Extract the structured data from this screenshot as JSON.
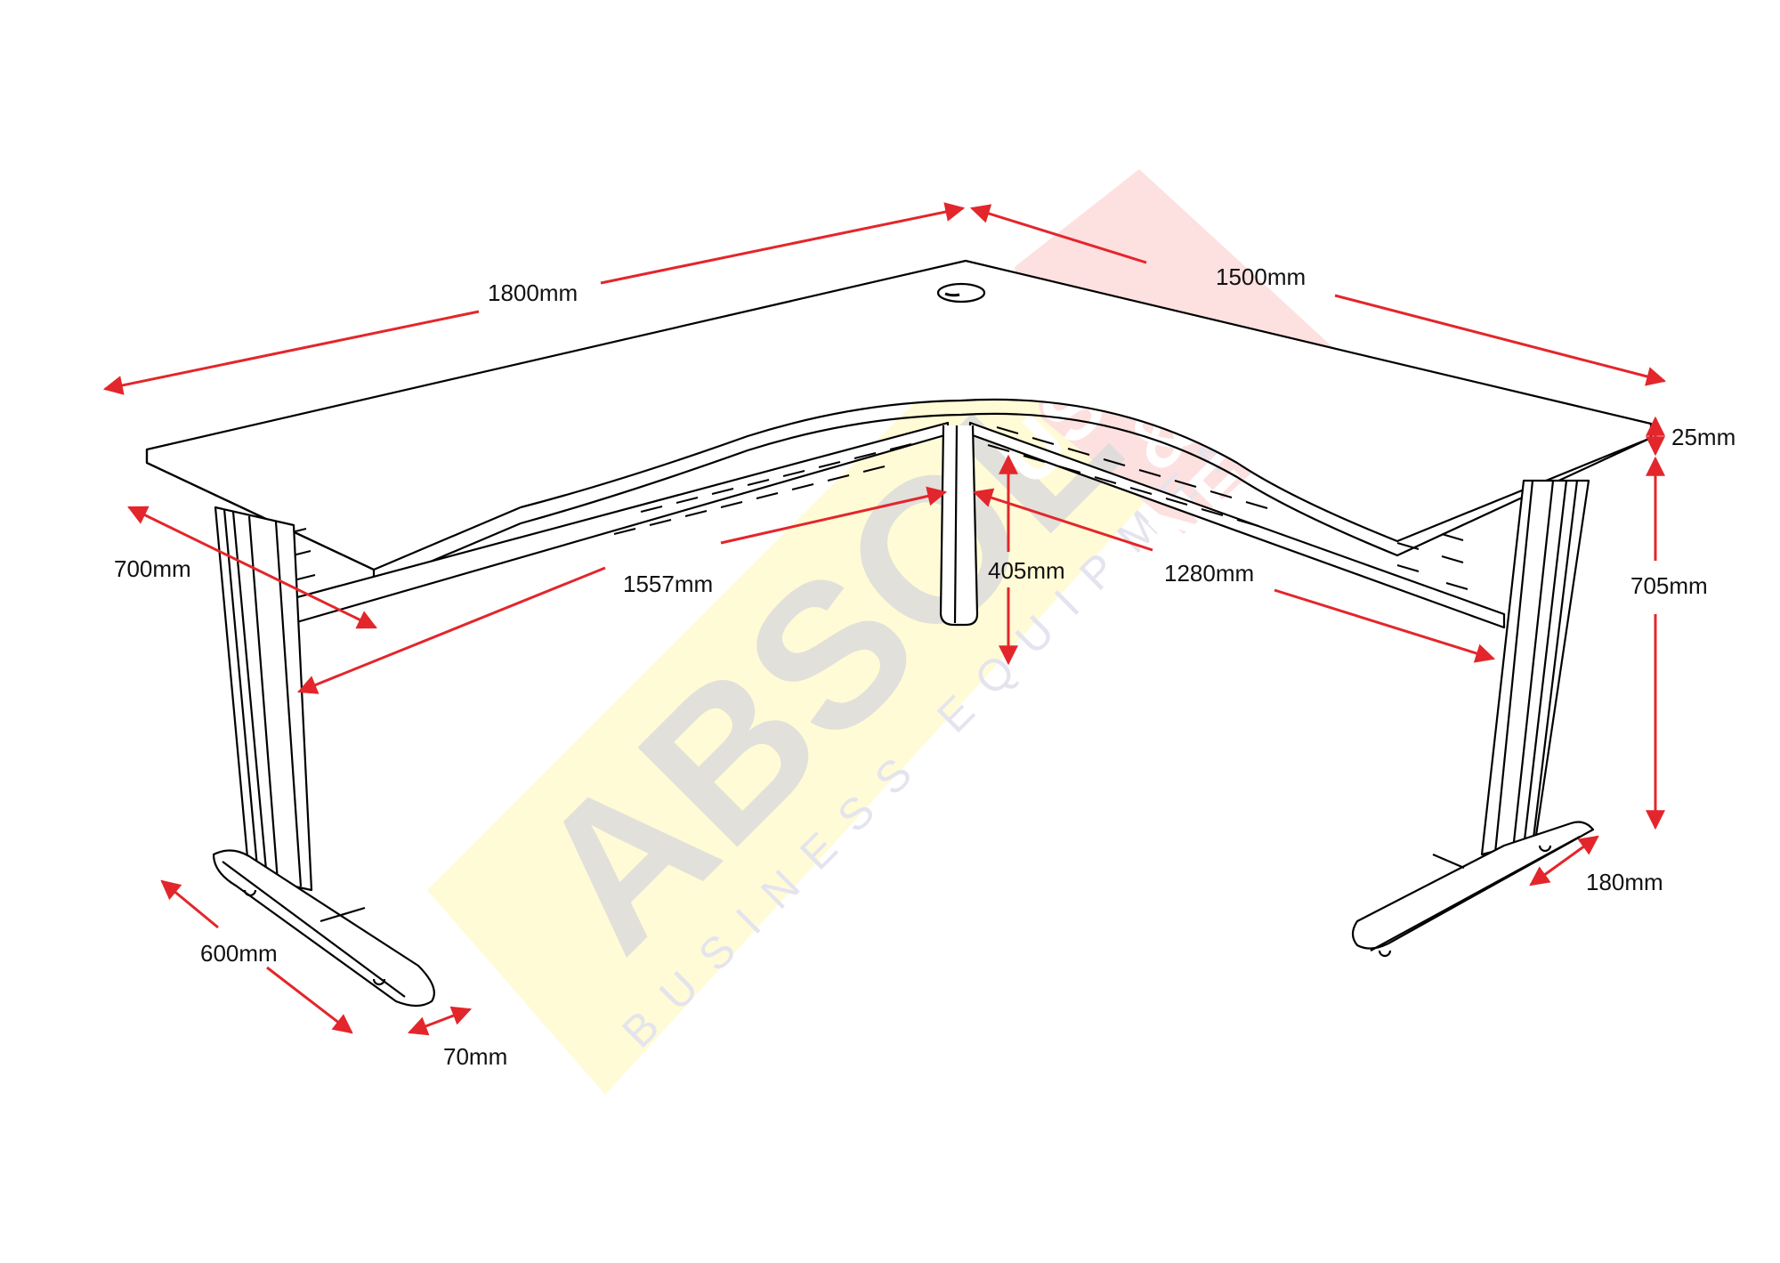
{
  "diagram": {
    "subject": "L-shaped corner desk with curved front and cantilever legs",
    "colors": {
      "line": "#000000",
      "dimension": "#e3262b",
      "label": "#111111",
      "watermark_yellow": "#fffbd6",
      "watermark_red": "#fde0e0",
      "watermark_gray": "#dcdcdc"
    },
    "dimensions": {
      "left_length": "1800mm",
      "right_length": "1500mm",
      "top_thickness": "25mm",
      "leg_height": "705mm",
      "left_depth": "700mm",
      "inner_left_length": "1557mm",
      "corner_leg_height": "405mm",
      "inner_right_length": "1280mm",
      "left_foot_length": "600mm",
      "foot_width": "70mm",
      "right_foot_depth": "180mm"
    },
    "watermarks": {
      "brand": "ABSOL",
      "tagline": "BUSINESS EQUIPMENT",
      "badge_line1": "USED",
      "badge_line2": "&",
      "badge_line3": "NEW"
    }
  }
}
